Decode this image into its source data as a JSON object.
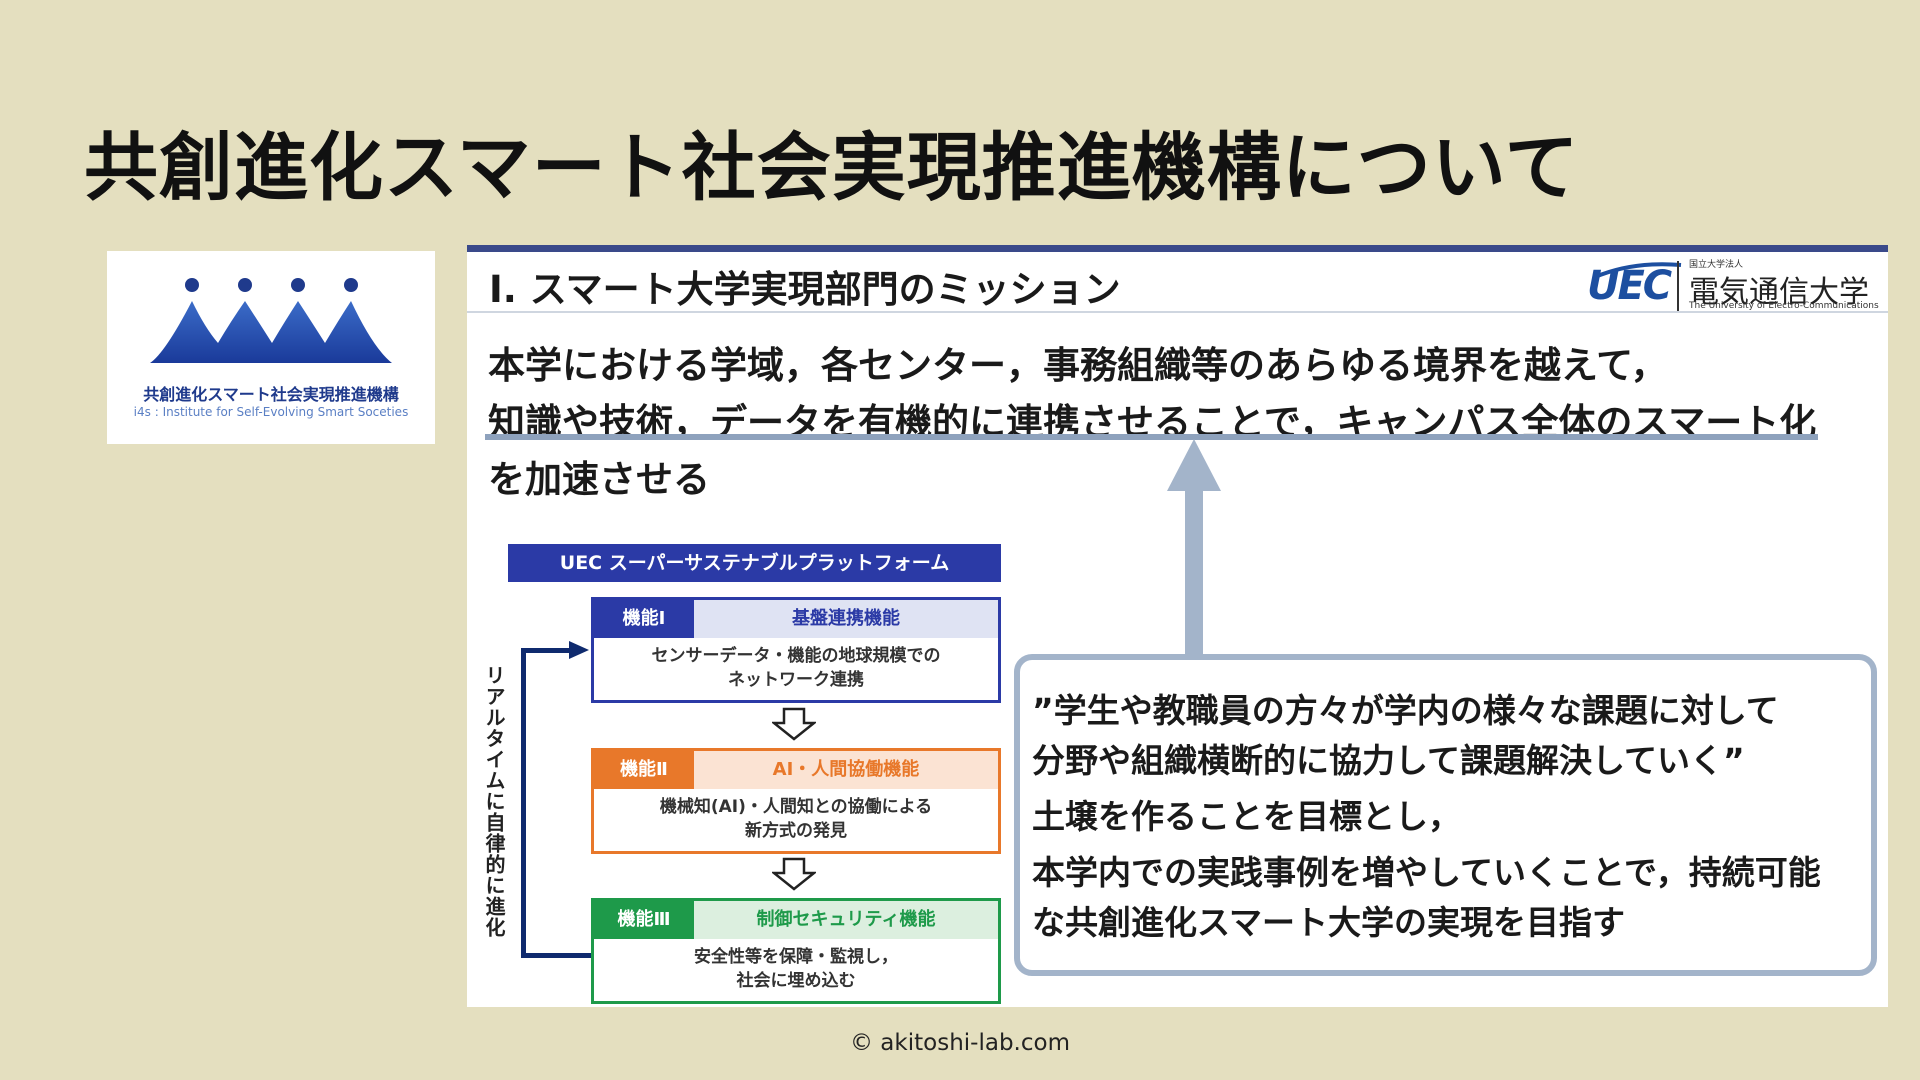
{
  "page": {
    "title": "共創進化スマート社会実現推進機構について",
    "copyright": "© akitoshi-lab.com"
  },
  "logo": {
    "name_jp": "共創進化スマート社会実現推進機構",
    "name_en": "i4s : Institute for Self-Evolving Smart Soceties",
    "icon": "mountains-with-dots-logo"
  },
  "slide": {
    "heading": "Ⅰ. スマート大学実現部門のミッション",
    "university": {
      "logo_text": "UEC",
      "small": "国立大学法人",
      "name": "電気通信大学",
      "name_en": "The University of Electro-Communications"
    },
    "mission_lines": [
      "本学における学域，各センター，事務組織等のあらゆる境界を越えて，",
      "知識や技術，データを有機的に連携させることで，キャンパス全体のスマート化",
      "を加速させる"
    ],
    "platform": {
      "title": "UEC スーパーサステナブルプラットフォーム",
      "loop_label": "リアルタイムに自律的に進化",
      "functions": [
        {
          "label": "機能Ⅰ",
          "name": "基盤連携機能",
          "desc": "センサーデータ・機能の地球規模での\nネットワーク連携",
          "color": "#2b3aa6",
          "tint": "#dfe3f3"
        },
        {
          "label": "機能Ⅱ",
          "name": "AI・人間協働機能",
          "desc": "機械知(AI)・人間知との協働による\n新方式の発見",
          "color": "#e8782a",
          "tint": "#fbe3d3"
        },
        {
          "label": "機能Ⅲ",
          "name": "制御セキュリティ機能",
          "desc": "安全性等を保障・監視し，\n社会に埋め込む",
          "color": "#1e9a4a",
          "tint": "#dcefdf"
        }
      ]
    },
    "quote_lines": [
      "”学生や教職員の方々が学内の様々な課題に対して",
      "分野や組織横断的に協力して課題解決していく”",
      "土壌を作ることを目標とし，",
      "本学内での実践事例を増やしていくことで，持続可能",
      "な共創進化スマート大学の実現を目指す"
    ]
  }
}
